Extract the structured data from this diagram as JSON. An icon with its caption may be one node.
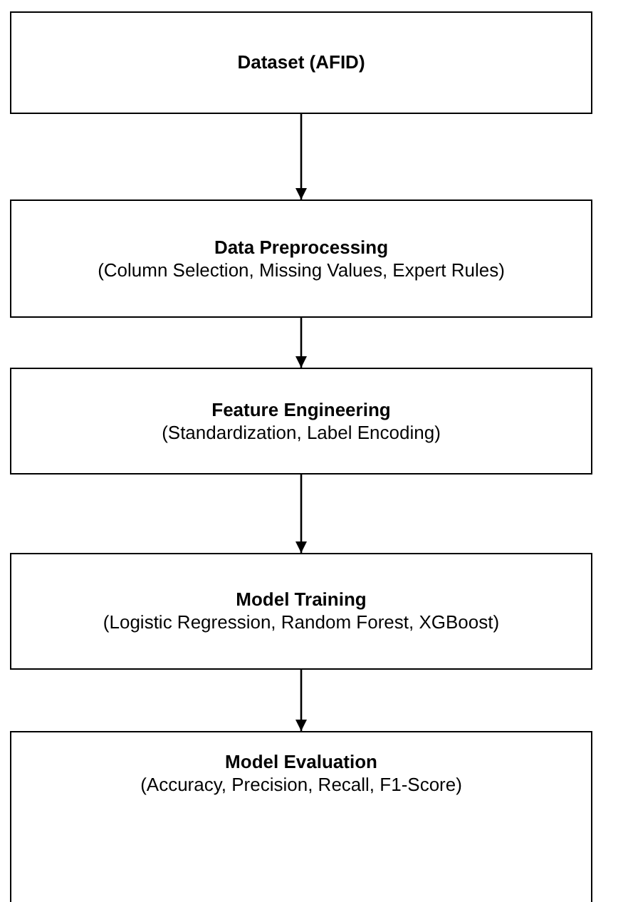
{
  "diagram": {
    "nodes": [
      {
        "text": [
          "Dataset (AFID)"
        ]
      },
      {
        "text": [
          "Data Preprocessing",
          "(Column Selection, Missing Values, Expert Rules)"
        ]
      },
      {
        "text": [
          "Feature Engineering",
          "(Standardization, Label Encoding)"
        ]
      },
      {
        "text": [
          "Model Training",
          "(Logistic Regression, Random Forest, XGBoost)"
        ]
      },
      {
        "text": [
          "Model Evaluation",
          "(Accuracy, Precision, Recall, F1-Score)"
        ]
      }
    ],
    "edges": [
      {
        "from": 0,
        "to": 1,
        "arrow": "to"
      },
      {
        "from": 1,
        "to": 2,
        "arrow": "to"
      },
      {
        "from": 2,
        "to": 3,
        "arrow": "to"
      },
      {
        "from": 3,
        "to": 4,
        "arrow": "to"
      }
    ]
  }
}
